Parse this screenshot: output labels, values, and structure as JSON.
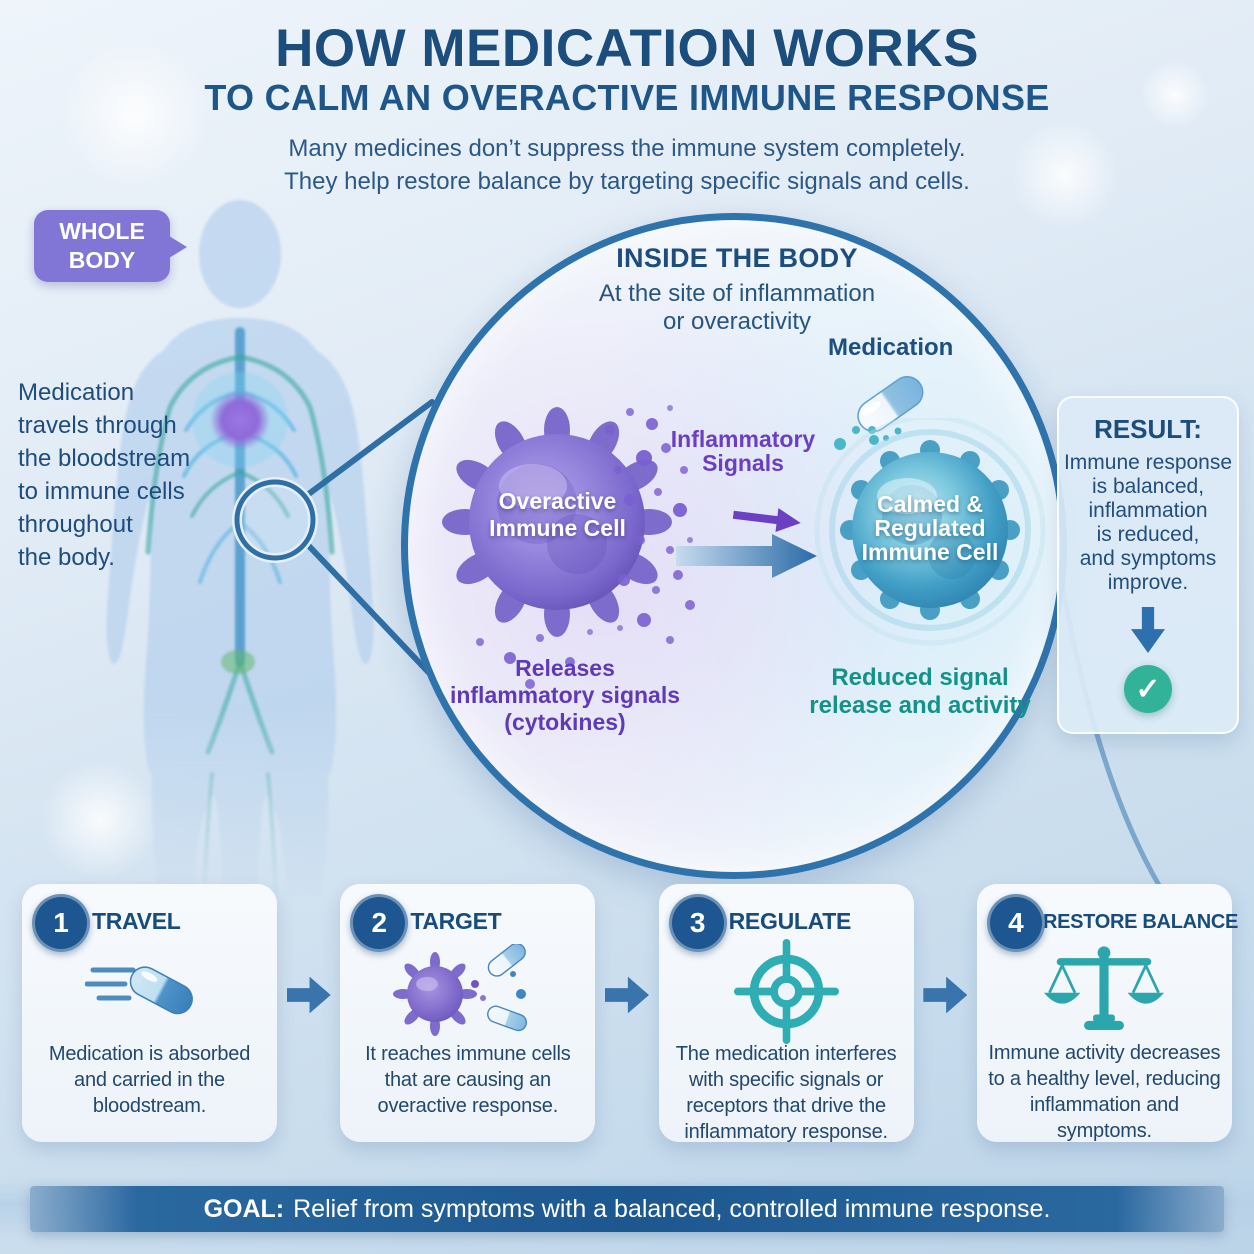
{
  "title": {
    "line1": "HOW MEDICATION WORKS",
    "line2": "TO CALM AN OVERACTIVE IMMUNE RESPONSE"
  },
  "subtitle": {
    "line1": "Many medicines don’t suppress the immune system completely.",
    "line2": "They help restore balance by targeting specific signals and cells."
  },
  "whole_body_badge": "WHOLE\nBODY",
  "left_note": "Medication\ntravels through\nthe bloodstream\nto immune cells\nthroughout\nthe body.",
  "inside": {
    "heading": "INSIDE THE BODY",
    "subheading": "At the site of inflammation\nor overactivity",
    "medication_label": "Medication",
    "overactive_cell": "Overactive\nImmune Cell",
    "inflammatory_signals": "Inflammatory\nSignals",
    "calmed_cell": "Calmed &\nRegulated\nImmune Cell",
    "releases": "Releases\ninflammatory signals\n(cytokines)",
    "reduced": "Reduced signal\nrelease and activity"
  },
  "result": {
    "heading": "RESULT:",
    "text": "Immune response\nis balanced,\ninflammation\nis reduced,\nand symptoms\nimprove."
  },
  "steps": [
    {
      "number": "1",
      "title": "TRAVEL",
      "description": "Medication is absorbed and carried in the bloodstream.",
      "icon": "speeding-pill-icon"
    },
    {
      "number": "2",
      "title": "TARGET",
      "description": "It reaches immune cells that are causing an overactive response.",
      "icon": "immune-cell-pills-icon"
    },
    {
      "number": "3",
      "title": "REGULATE",
      "description": "The medication interferes with specific signals or receptors that drive the inflammatory response.",
      "icon": "target-crosshair-icon"
    },
    {
      "number": "4",
      "title": "RESTORE BALANCE",
      "description": "Immune activity decreases to a healthy level, reducing inflammation and symptoms.",
      "icon": "balance-scale-icon"
    }
  ],
  "goal": {
    "label": "GOAL:",
    "text": "Relief from symptoms with a balanced, controlled immune response."
  },
  "icons": {
    "check": "✓"
  },
  "colors": {
    "navy": "#1b4d7d",
    "circle_blue": "#2f73ad",
    "purple_badge": "#8176d6",
    "cell_purple": "#7b68cc",
    "signal_purple": "#6a3fc6",
    "teal_text": "#13928a",
    "cell_teal": "#3f9cc4",
    "check_green": "#33b29a",
    "goal_bar_blue": "#1d578f"
  }
}
